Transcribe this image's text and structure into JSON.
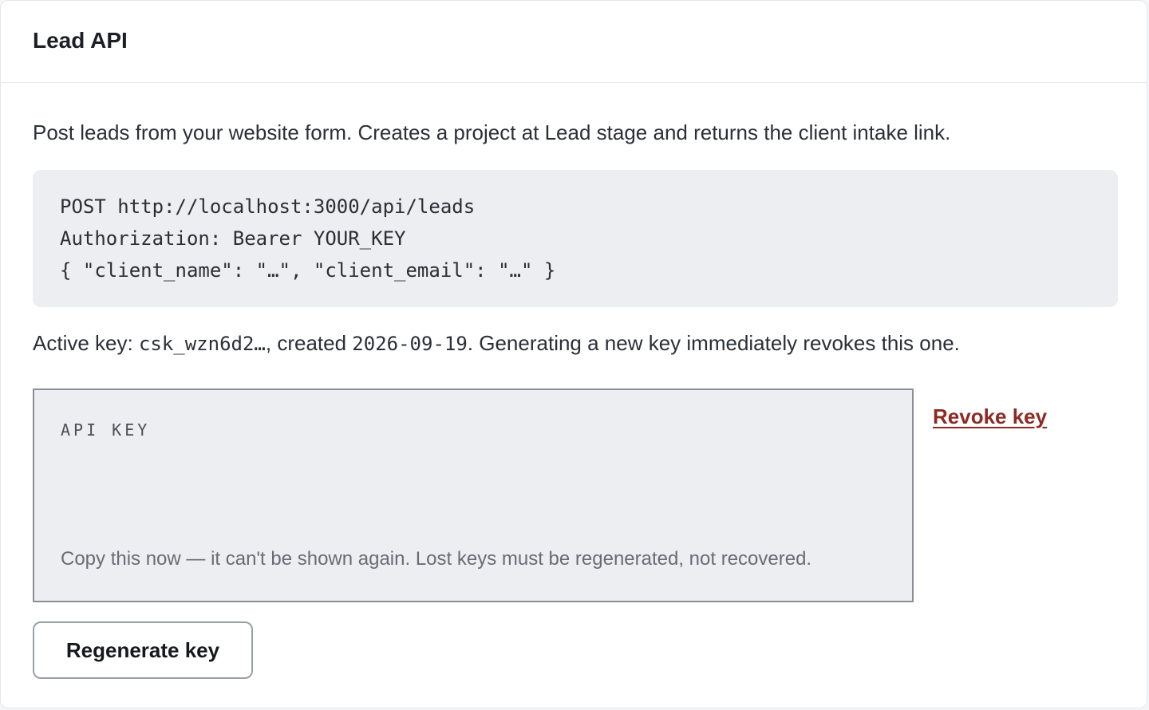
{
  "card": {
    "title": "Lead API",
    "description": "Post leads from your website form. Creates a project at Lead stage and returns the client intake link."
  },
  "code": {
    "lines": [
      "POST http://localhost:3000/api/leads",
      "Authorization: Bearer YOUR_KEY",
      "{ \"client_name\": \"…\", \"client_email\": \"…\" }"
    ]
  },
  "active_key": {
    "prefix": "Active key: ",
    "key": "csk_wzn6d2…",
    "created_text": ", created ",
    "created_date": "2026-09-19",
    "suffix": ". Generating a new key immediately revokes this one."
  },
  "key_panel": {
    "label": "API KEY",
    "note": "Copy this now — it can't be shown again. Lost keys must be regenerated, not recovered."
  },
  "actions": {
    "revoke_label": "Revoke key",
    "regenerate_label": "Regenerate key"
  },
  "colors": {
    "revoke_link": "#8b2b24",
    "code_background": "#edeef1",
    "panel_border": "#8a8e96"
  }
}
